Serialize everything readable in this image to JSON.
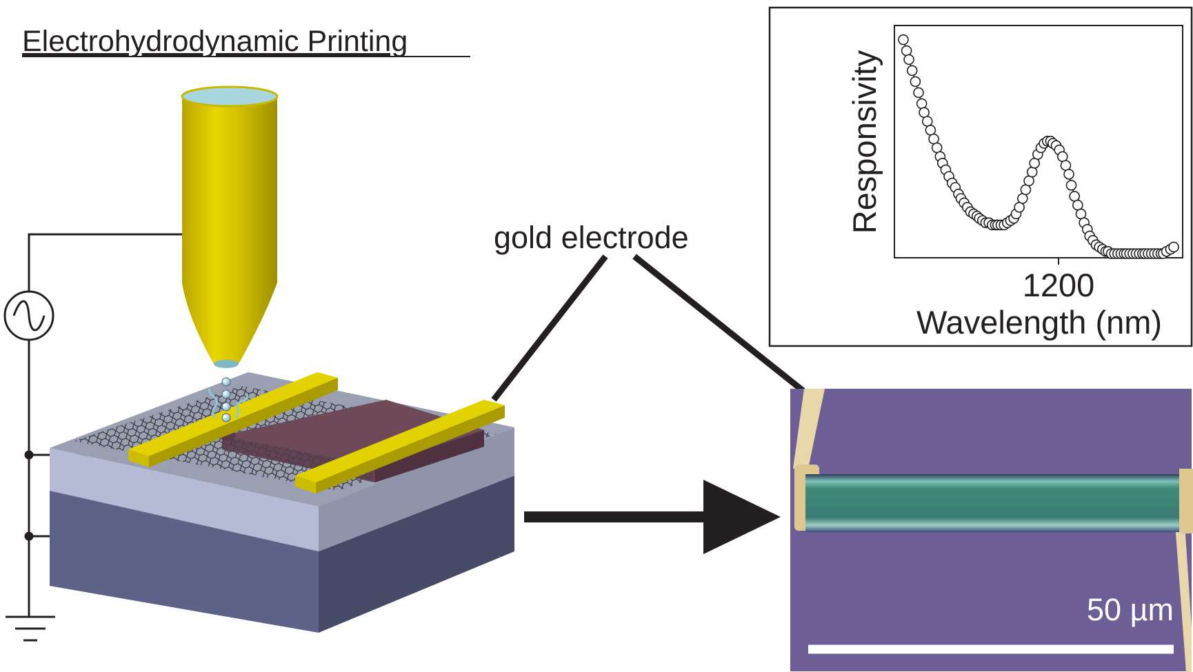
{
  "title": "Electrohydrodynamic Printing",
  "callout_label": "gold electrode",
  "scale_bar_label": "50 µm",
  "colors": {
    "gold": "#cdbd00",
    "gold_top": "#e2d200",
    "gold_dark": "#a99b00",
    "perovskite": "#6e4958",
    "substrate_top": "#9aa0b4",
    "substrate_mid": "#b9bfd6",
    "substrate_side": "#4a4e6c",
    "micrograph_bg": "#6d5f96",
    "micrograph_strip": "#3d7a73",
    "ink_dots": "#8ec7d6"
  },
  "chart_data": {
    "type": "scatter",
    "title": "",
    "xlabel": "Wavelength (nm)",
    "ylabel": "Responsivity",
    "x_ticks": [
      1200
    ],
    "xlim": [
      1000,
      1350
    ],
    "ylim": [
      0,
      1
    ],
    "y_ticks_shown": false,
    "marker": "open-circle",
    "connected": true,
    "series": [
      {
        "x": [
          1006,
          1010,
          1013,
          1017,
          1021,
          1025,
          1029,
          1032,
          1036,
          1040,
          1044,
          1048,
          1052,
          1055,
          1059,
          1063,
          1067,
          1071,
          1075,
          1078,
          1082,
          1086,
          1090,
          1094,
          1098,
          1101,
          1105,
          1109,
          1113,
          1117,
          1121,
          1124,
          1128,
          1132,
          1136,
          1140,
          1144,
          1147,
          1151,
          1155,
          1159,
          1163,
          1167,
          1170,
          1174,
          1178,
          1182,
          1186,
          1190,
          1193,
          1197,
          1201,
          1205,
          1209,
          1213,
          1216,
          1220,
          1224,
          1228,
          1232,
          1236,
          1239,
          1243,
          1247,
          1251,
          1255,
          1259,
          1262,
          1266,
          1270,
          1274,
          1278,
          1282,
          1285,
          1289,
          1293,
          1297,
          1301,
          1305,
          1308,
          1312,
          1316,
          1320,
          1324,
          1328,
          1331,
          1335,
          1340,
          1344
        ],
        "y": [
          0.97,
          0.92,
          0.88,
          0.83,
          0.78,
          0.73,
          0.68,
          0.64,
          0.6,
          0.56,
          0.52,
          0.48,
          0.44,
          0.41,
          0.38,
          0.35,
          0.32,
          0.3,
          0.27,
          0.25,
          0.23,
          0.21,
          0.19,
          0.18,
          0.17,
          0.16,
          0.15,
          0.14,
          0.14,
          0.13,
          0.13,
          0.13,
          0.13,
          0.13,
          0.14,
          0.15,
          0.16,
          0.18,
          0.21,
          0.25,
          0.29,
          0.33,
          0.37,
          0.41,
          0.45,
          0.48,
          0.5,
          0.51,
          0.51,
          0.5,
          0.49,
          0.47,
          0.44,
          0.4,
          0.36,
          0.31,
          0.26,
          0.22,
          0.18,
          0.14,
          0.11,
          0.08,
          0.06,
          0.04,
          0.03,
          0.02,
          0.01,
          0.01,
          0.0,
          0.0,
          0.0,
          0.0,
          0.0,
          0.0,
          0.0,
          0.0,
          0.0,
          0.0,
          0.0,
          0.0,
          0.0,
          0.0,
          0.0,
          0.0,
          0.0,
          0.0,
          0.01,
          0.02,
          0.03
        ]
      }
    ]
  }
}
